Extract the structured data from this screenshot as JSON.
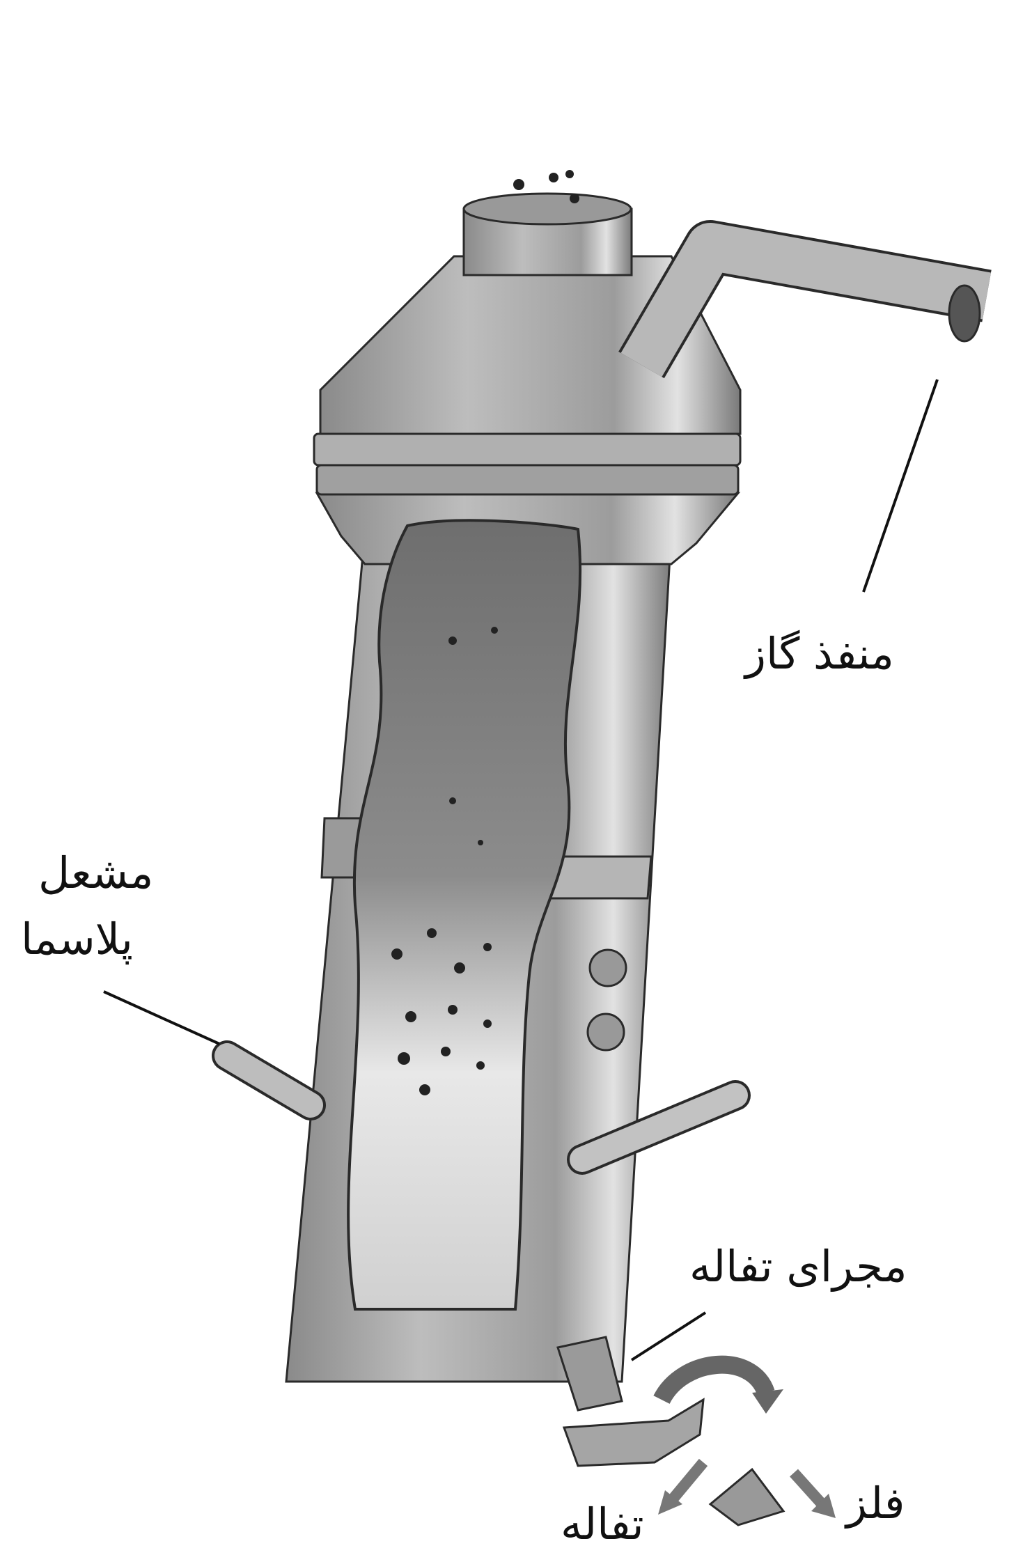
{
  "labels": {
    "gas_outlet": "منفذ گاز",
    "plasma_torch_line1": "مشعل",
    "plasma_torch_line2": "پلاسما",
    "slag_channel": "مجرای تفاله",
    "slag": "تفاله",
    "metal": "فلز"
  },
  "colors": {
    "body": "#a9a9a9",
    "shadow": "#6f6f6f",
    "highlight": "#dcdcdc",
    "outline": "#2a2a2a"
  }
}
